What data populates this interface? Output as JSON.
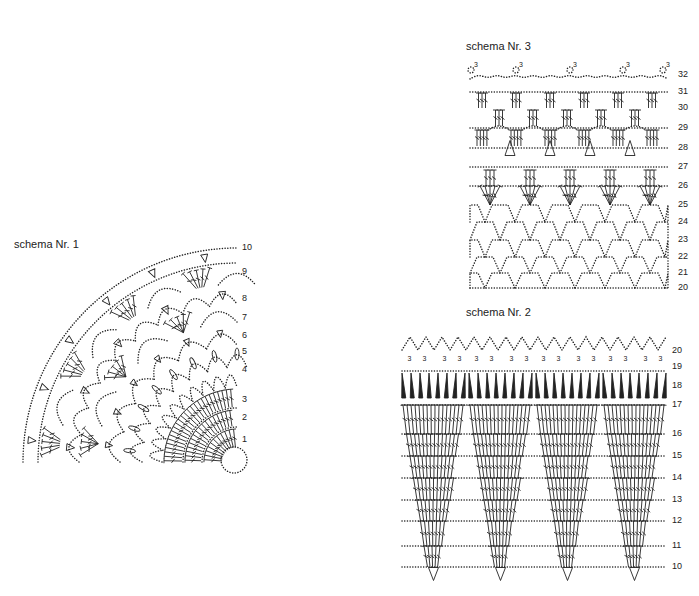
{
  "diagram": {
    "labels": [
      "schema Nr. 3",
      "32",
      "31",
      "30",
      "29",
      "28",
      "27",
      "26",
      "25",
      "24",
      "23",
      "22",
      "21",
      "20",
      "3",
      "3",
      "3",
      "3",
      "3",
      "schema Nr. 1",
      "10",
      "9",
      "8",
      "7",
      "6",
      "5",
      "4",
      "3",
      "2",
      "1",
      "schema Nr. 2",
      "20",
      "19",
      "18",
      "17",
      "16",
      "15",
      "14",
      "13",
      "12",
      "11",
      "10",
      "3",
      "3",
      "3",
      "3",
      "3",
      "3",
      "3",
      "3",
      "3",
      "3",
      "3",
      "3",
      "3",
      "3",
      "3",
      "3"
    ]
  }
}
